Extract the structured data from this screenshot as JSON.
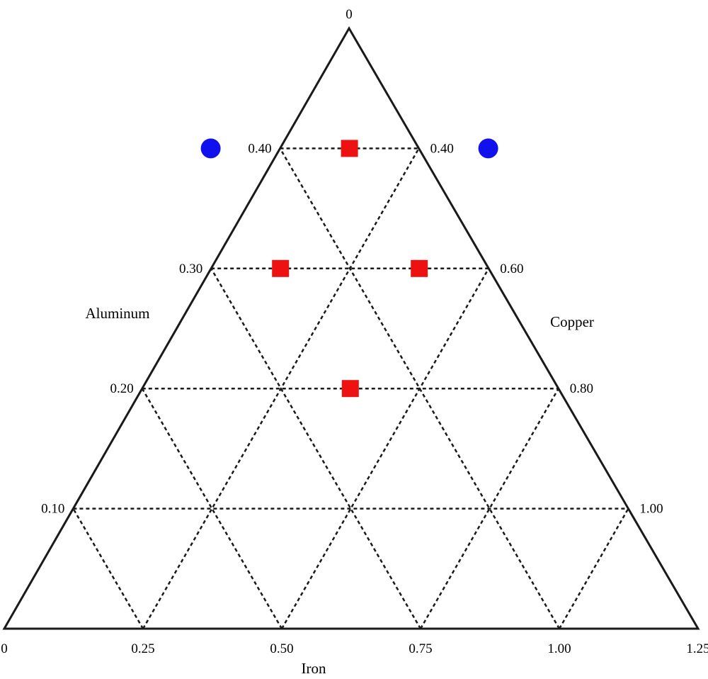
{
  "chart_data": {
    "type": "scatter",
    "subtype": "ternary",
    "title": "",
    "axes": {
      "bottom": {
        "label": "Iron",
        "ticks": [
          "0",
          "0.25",
          "0.50",
          "0.75",
          "1.00",
          "1.25"
        ]
      },
      "left": {
        "label": "Aluminum",
        "ticks": [
          "0",
          "0.10",
          "0.20",
          "0.30",
          "0.40"
        ]
      },
      "right": {
        "label": "Copper",
        "ticks": [
          "1.00",
          "0.80",
          "0.60",
          "0.40"
        ]
      }
    },
    "grid": true,
    "series": [
      {
        "marker": "square",
        "color": "#ee1111",
        "points": [
          {
            "iron": 0.625,
            "aluminum": 0.2,
            "copper": 0.8
          },
          {
            "iron": 0.5,
            "aluminum": 0.3,
            "copper": 0.6
          },
          {
            "iron": 0.75,
            "aluminum": 0.3,
            "copper": 0.6
          },
          {
            "iron": 0.625,
            "aluminum": 0.4,
            "copper": 0.4
          }
        ]
      },
      {
        "marker": "circle",
        "color": "#1111ee",
        "points": [
          {
            "iron": 0.375,
            "aluminum": 0.4,
            "copper": 0.4
          },
          {
            "iron": 0.875,
            "aluminum": 0.4,
            "copper": 0.4
          }
        ]
      }
    ]
  }
}
